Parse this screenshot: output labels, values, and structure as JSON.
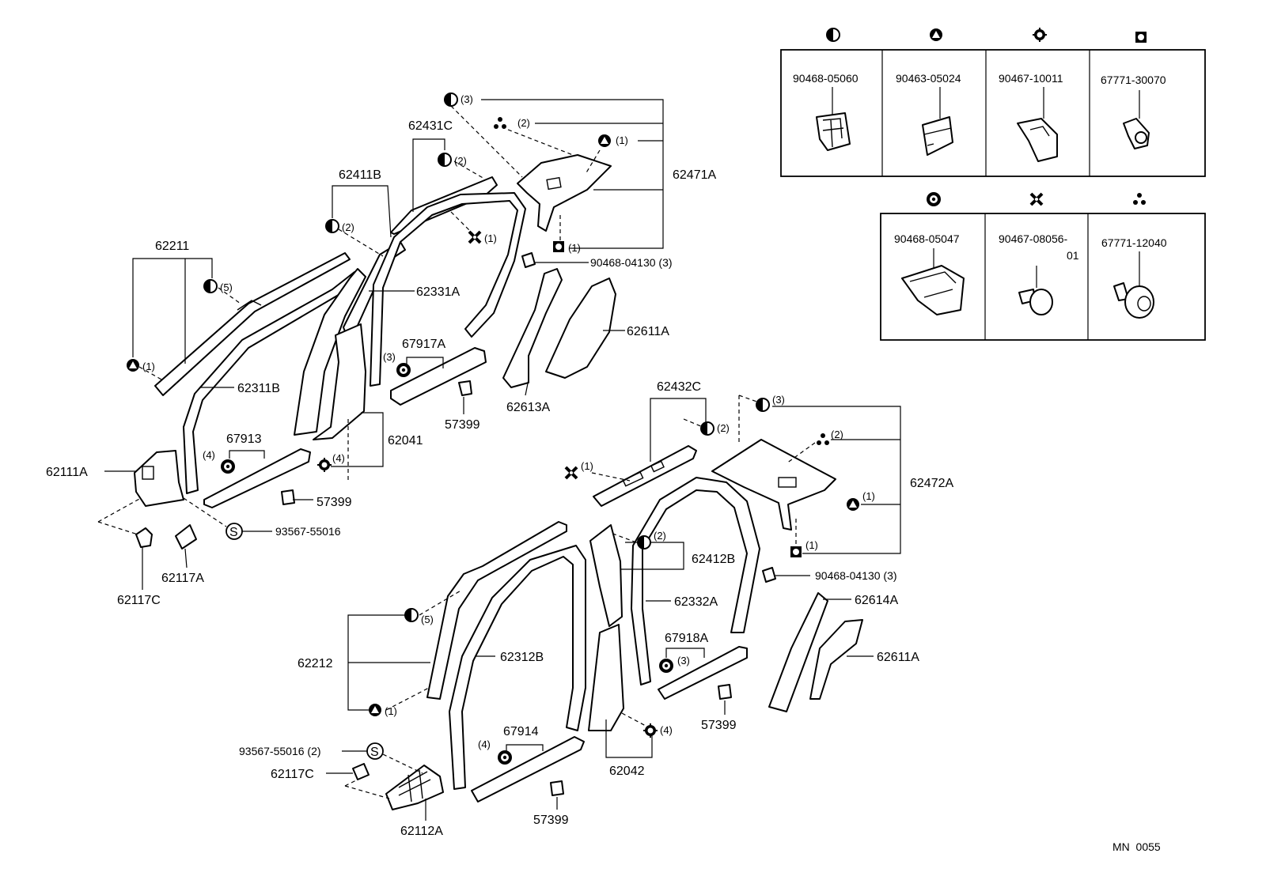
{
  "diagram": {
    "callouts": {
      "c62211": "62211",
      "c62311B": "62311B",
      "c62411B": "62411B",
      "c62431C": "62431C",
      "c62331A": "62331A",
      "c62471A": "62471A",
      "c90468_04130_a": "90468-04130 (3)",
      "c62611A_a": "62611A",
      "c62613A": "62613A",
      "c67917A": "67917A",
      "c57399_a": "57399",
      "c57399_b": "57399",
      "c57399_c": "57399",
      "c57399_d": "57399",
      "c62041": "62041",
      "c67913": "67913",
      "c62111A": "62111A",
      "c93567_55016_a": "93567-55016",
      "c62117A": "62117A",
      "c62117C_a": "62117C",
      "c62432C": "62432C",
      "c62472A": "62472A",
      "c62412B": "62412B",
      "c62332A": "62332A",
      "c90468_04130_b": "90468-04130 (3)",
      "c62614A": "62614A",
      "c62611A_b": "62611A",
      "c67918A": "67918A",
      "c62212": "62212",
      "c62312B": "62312B",
      "c67914": "67914",
      "c62042": "62042",
      "c93567_55016_b": "93567-55016 (2)",
      "c62117C_b": "62117C",
      "c62112A": "62112A"
    },
    "qty": {
      "q3": "(3)",
      "q2": "(2)",
      "q1": "(1)",
      "q5": "(5)",
      "q4": "(4)"
    },
    "fastener_legend": [
      {
        "symbol": "half-circle-icon",
        "part": "90468-05060"
      },
      {
        "symbol": "triangle-icon",
        "part": "90463-05024"
      },
      {
        "symbol": "star-circle-icon",
        "part": "90467-10011"
      },
      {
        "symbol": "square-circle-icon",
        "part": "67771-30070"
      },
      {
        "symbol": "target-circle-icon",
        "part": "90468-05047"
      },
      {
        "symbol": "cross-icon",
        "part": "90467-08056-\n01"
      },
      {
        "symbol": "three-dot-icon",
        "part": "67771-12040"
      }
    ],
    "legend_parts": {
      "p1": "90468-05060",
      "p2": "90463-05024",
      "p3": "90467-10011",
      "p4": "67771-30070",
      "p5": "90468-05047",
      "p6a": "90467-08056-",
      "p6b": "01",
      "p7": "67771-12040"
    },
    "footer_code": "MN  0055"
  }
}
